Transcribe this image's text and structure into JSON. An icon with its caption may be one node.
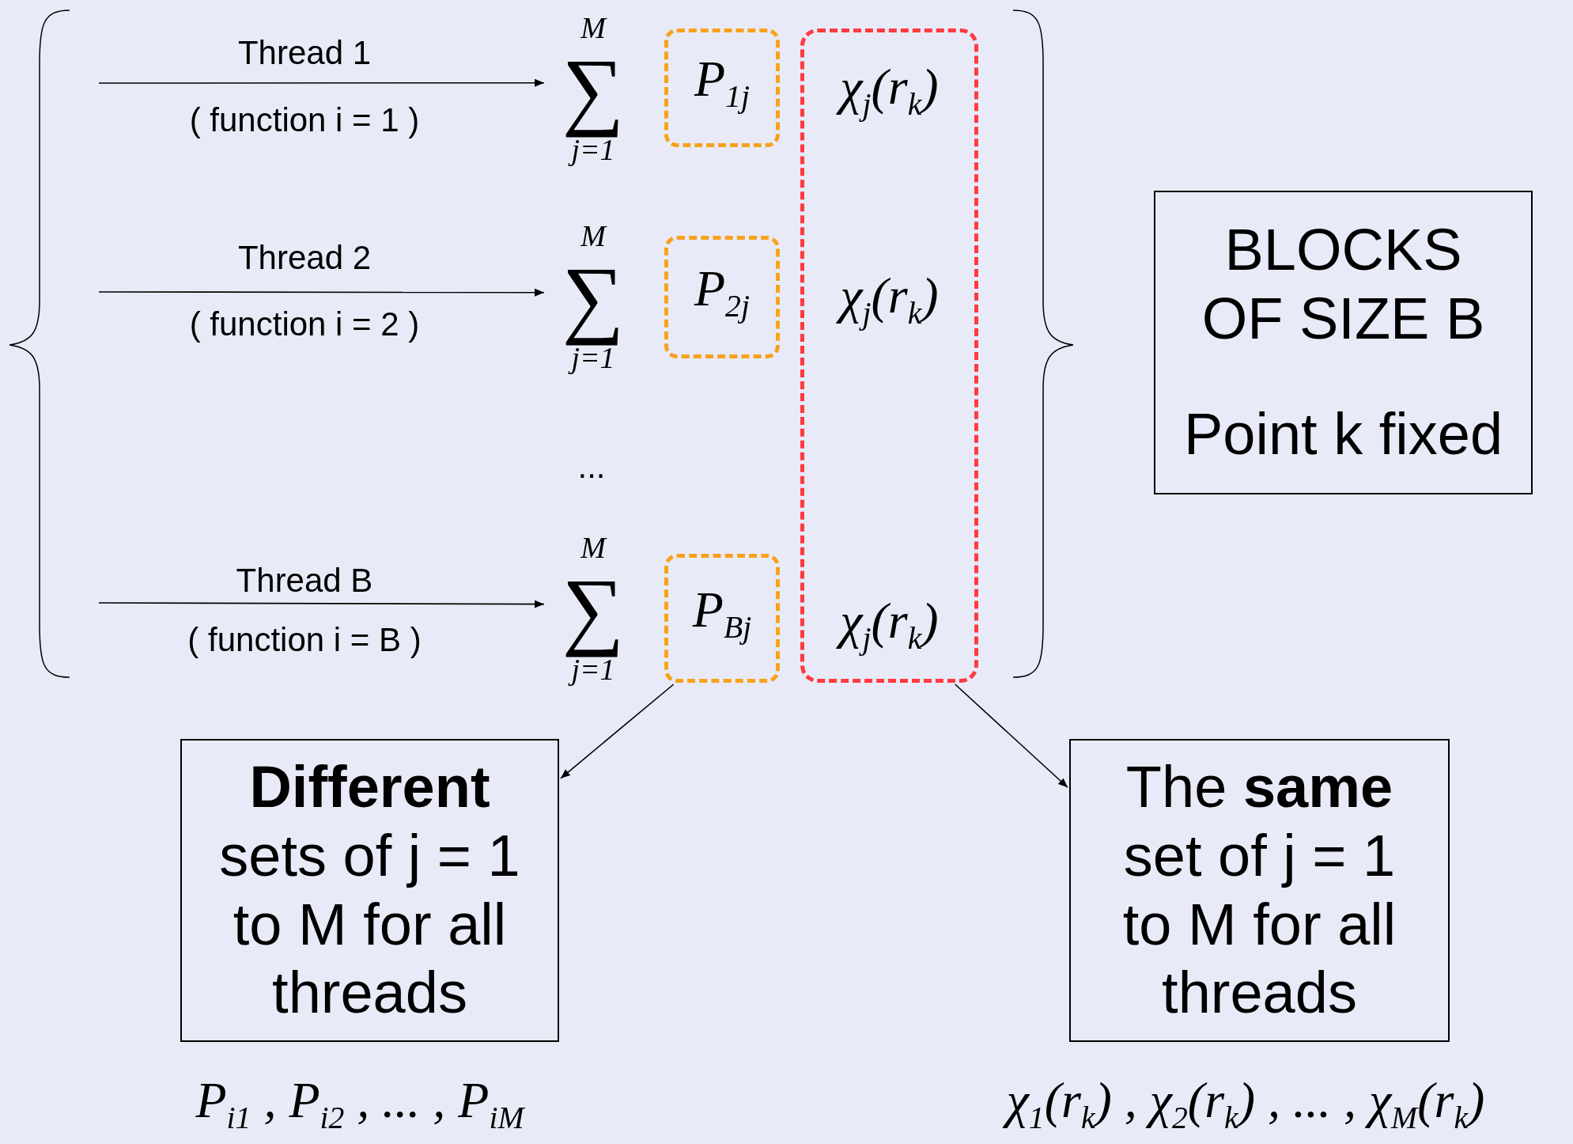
{
  "diagram": {
    "nodes": [
      {
        "text": [
          "M",
          "∑",
          "j=1"
        ]
      },
      {
        "text": [
          "P$_{1j}$"
        ]
      },
      {
        "text": [
          "χ$_{j}$(r$_{k}$)",
          "χ$_{j}$(r$_{k}$)",
          "χ$_{j}$(r$_{k}$)"
        ]
      },
      {
        "text": [
          "M",
          "∑",
          "j=1"
        ]
      },
      {
        "text": [
          "P$_{2j}$"
        ]
      },
      {
        "text": [
          "M",
          "∑",
          "j=1"
        ]
      },
      {
        "text": [
          "P$_{Bj}$"
        ]
      },
      {
        "text": [
          "BLOCKS OF SIZE B",
          "Point k fixed"
        ]
      },
      {
        "text": [
          "**Different** sets of j = 1 to M for all threads"
        ],
        "beside": [
          "P$_{i1}$ , P$_{i2}$ , ... , P$_{iM}$"
        ]
      },
      {
        "text": [
          "The **same** set of j = 1 to M for all threads"
        ],
        "beside": [
          "χ$_{1}$(r$_{k}$) , χ$_{2}$(r$_{k}$) , ... , χ$_{M}$(r$_{k}$)"
        ]
      }
    ],
    "edges": [
      {
        "from": null,
        "to": 0,
        "arrow": "to",
        "label": "Thread 1"
      },
      {
        "from": null,
        "to": 3,
        "arrow": "to",
        "label": "Thread 2"
      },
      {
        "from": null,
        "to": 5,
        "arrow": "to",
        "label": "Thread B"
      },
      {
        "from": 6,
        "to": 8,
        "arrow": "to"
      },
      {
        "from": 2,
        "to": 9,
        "arrow": "to"
      }
    ],
    "labels": [
      "( function i = 1 )",
      "( function i = 2 )",
      "...",
      "( function i = B )"
    ]
  }
}
